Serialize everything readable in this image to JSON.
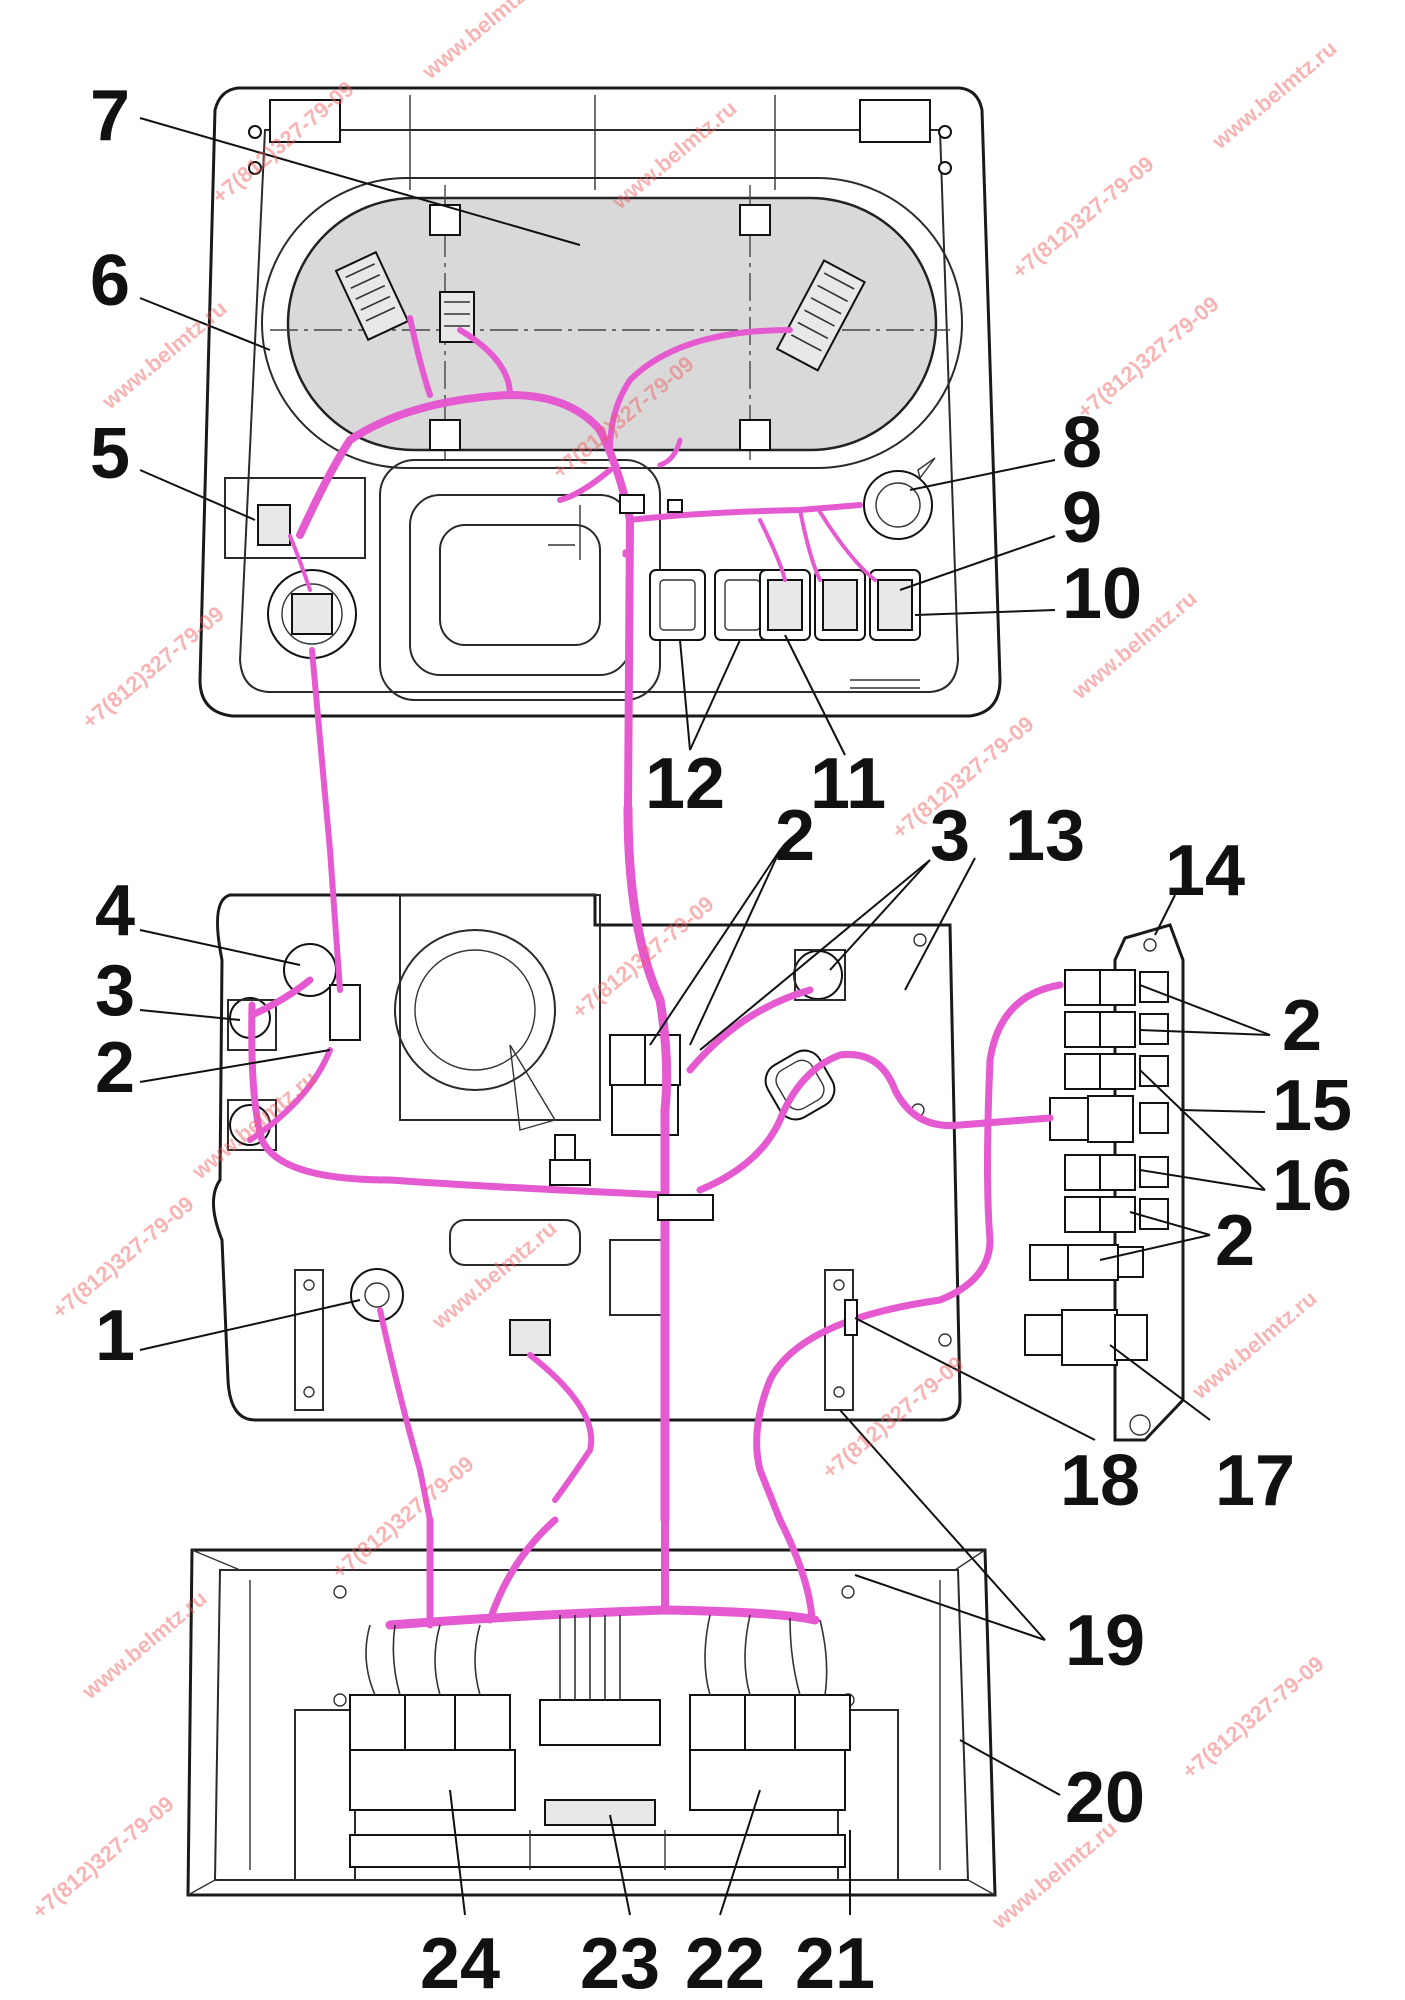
{
  "callouts": {
    "c1": "1",
    "c2a": "2",
    "c2b": "2",
    "c2c": "2",
    "c2d": "2",
    "c3a": "3",
    "c3b": "3",
    "c4": "4",
    "c5": "5",
    "c6": "6",
    "c7": "7",
    "c8": "8",
    "c9": "9",
    "c10": "10",
    "c11": "11",
    "c12": "12",
    "c13": "13",
    "c14": "14",
    "c15": "15",
    "c16": "16",
    "c17": "17",
    "c18": "18",
    "c19": "19",
    "c20": "20",
    "c21": "21",
    "c22": "22",
    "c23": "23",
    "c24": "24"
  },
  "watermarks": {
    "site": "www.belmtz.ru",
    "phone": "+7(812)327-79-09"
  },
  "colors": {
    "harness": "#e55ad0",
    "watermark": "#f05a5a",
    "display_fill": "#d9d9d9"
  }
}
